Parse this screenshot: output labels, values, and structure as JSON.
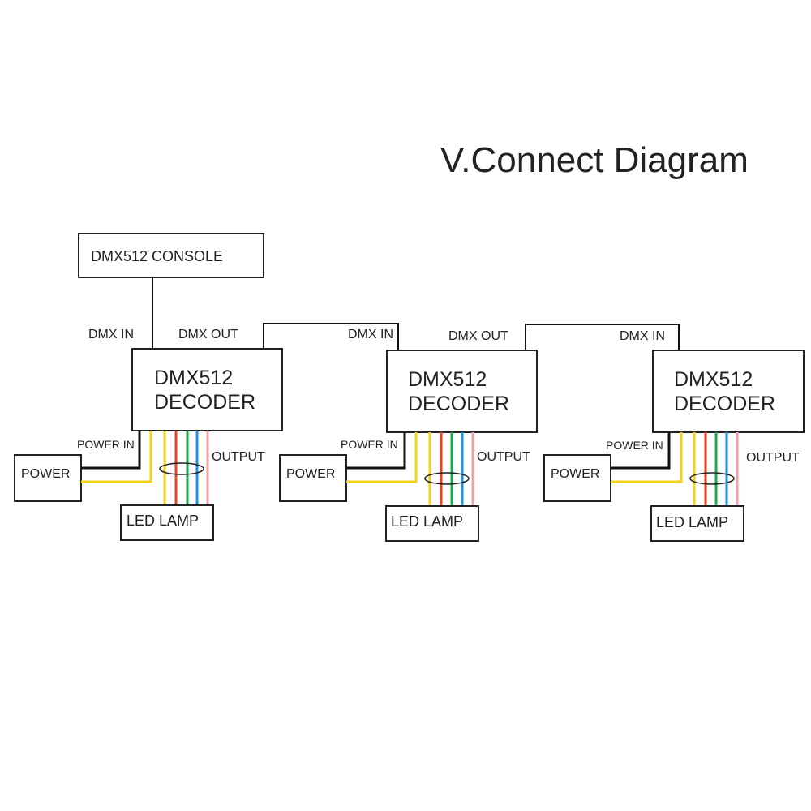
{
  "title": "V.Connect Diagram",
  "console": {
    "label": "DMX512 CONSOLE"
  },
  "decoders": [
    {
      "line1": "DMX512",
      "line2": "DECODER",
      "dmx_in": "DMX IN",
      "dmx_out": "DMX OUT",
      "power_in": "POWER IN",
      "output": "OUTPUT",
      "power": "POWER",
      "lamp": "LED LAMP"
    },
    {
      "line1": "DMX512",
      "line2": "DECODER",
      "dmx_in": "DMX IN",
      "dmx_out": "DMX OUT",
      "power_in": "POWER IN",
      "output": "OUTPUT",
      "power": "POWER",
      "lamp": "LED LAMP"
    },
    {
      "line1": "DMX512",
      "line2": "DECODER",
      "dmx_in": "DMX IN",
      "power_in": "POWER IN",
      "output": "OUTPUT",
      "power": "POWER",
      "lamp": "LED LAMP"
    }
  ],
  "colors": {
    "line": "#111111",
    "yellow": "#f2d21a",
    "red": "#e8431e",
    "green": "#1ea64a",
    "blue": "#1e90e8",
    "pink": "#f2a0a8"
  }
}
